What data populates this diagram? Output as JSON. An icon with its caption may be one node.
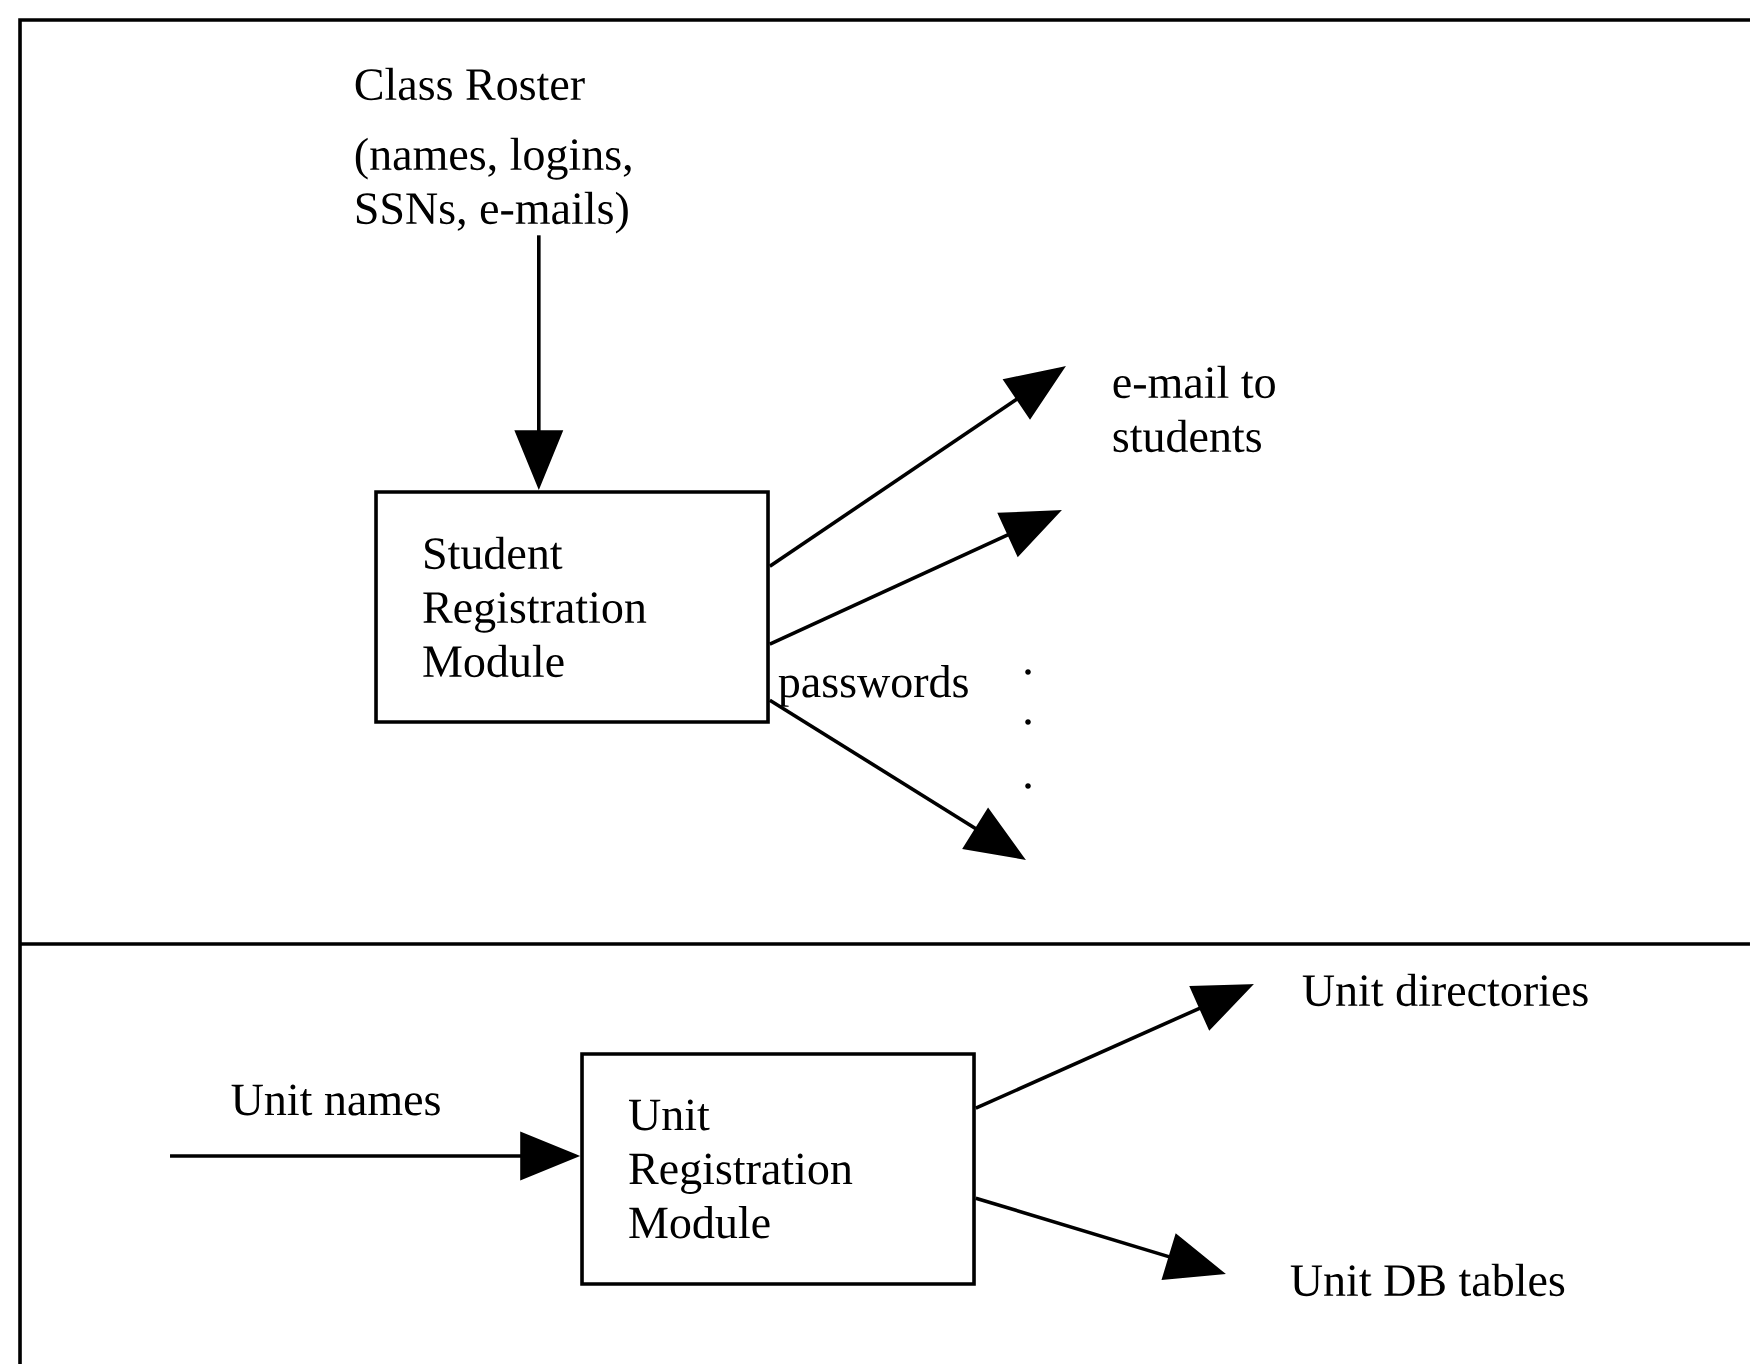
{
  "diagram": {
    "nodes": [
      {
        "text": [
          "Class Roster",
          "(names, logins, SSNs, e-mails)"
        ]
      },
      {
        "text": [
          "Student Registration Module"
        ]
      },
      {
        "text": [
          "Unit Registration Module"
        ]
      }
    ],
    "edges": [
      {
        "from": 0,
        "to": 1,
        "arrow": "to"
      },
      {
        "from": 1,
        "to": null,
        "arrow": "to"
      },
      {
        "from": 1,
        "to": null,
        "arrow": "to"
      },
      {
        "from": 1,
        "to": null,
        "arrow": "to"
      },
      {
        "from": null,
        "to": 2,
        "arrow": "to",
        "label": "Unit names"
      },
      {
        "from": 2,
        "to": null,
        "arrow": "to"
      },
      {
        "from": 2,
        "to": null,
        "arrow": "to"
      }
    ],
    "labels": [
      "e-mail to students",
      "passwords",
      "Unit directories",
      "Unit DB tables"
    ]
  }
}
